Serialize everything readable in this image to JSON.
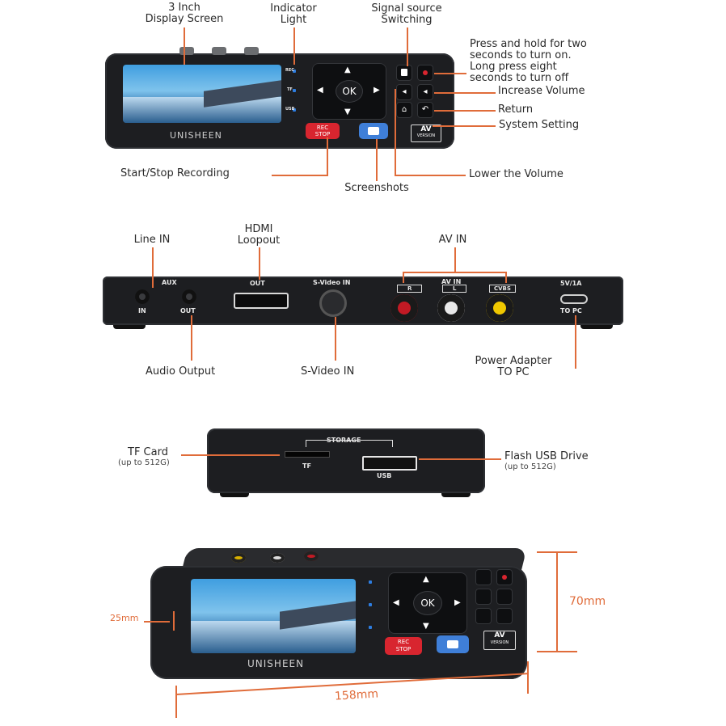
{
  "front": {
    "brand": "UNISHEEN",
    "labels": {
      "display": "3 Inch\nDisplay Screen",
      "indicator": "Indicator\nLight",
      "signal": "Signal source\nSwitching",
      "power": "Press and hold for two\nseconds to turn on.\nLong press eight\nseconds to turn off",
      "increase": "Increase Volume",
      "return": "Return",
      "system": "System Setting",
      "record": "Start/Stop Recording",
      "lower": "Lower the Volume",
      "screenshots": "Screenshots"
    },
    "buttons": {
      "ok": "OK",
      "rec": "REC\nSTOP",
      "av": "AV",
      "version": "VERSION"
    },
    "indicators": [
      "REC",
      "TF",
      "USB"
    ]
  },
  "rear": {
    "labels": {
      "line_in": "Line IN",
      "hdmi": "HDMI\nLoopout",
      "av_in": "AV IN",
      "audio_out": "Audio Output",
      "svideo_in": "S-Video IN",
      "power_adapter": "Power Adapter\nTO PC"
    },
    "panel": {
      "aux": "AUX",
      "in": "IN",
      "out": "OUT",
      "hdmi_out": "OUT",
      "svideo": "S-Video IN",
      "avin": "AV IN",
      "r": "R",
      "l": "L",
      "cvbs": "CVBS",
      "power": "5V/1A",
      "topc": "TO PC"
    }
  },
  "side": {
    "labels": {
      "tf_card": "TF Card",
      "tf_sub": "(up to 512G)",
      "usb_drive": "Flash USB Drive",
      "usb_sub": "(up to 512G)"
    },
    "panel": {
      "storage": "STORAGE",
      "tf": "TF",
      "usb": "USB"
    }
  },
  "dims": {
    "depth": "25mm",
    "height": "70mm",
    "width": "158mm"
  },
  "colors": {
    "accent": "#e06c3a",
    "body": "#1d1e21",
    "rec": "#d8252f",
    "camera": "#3f7fd8"
  }
}
